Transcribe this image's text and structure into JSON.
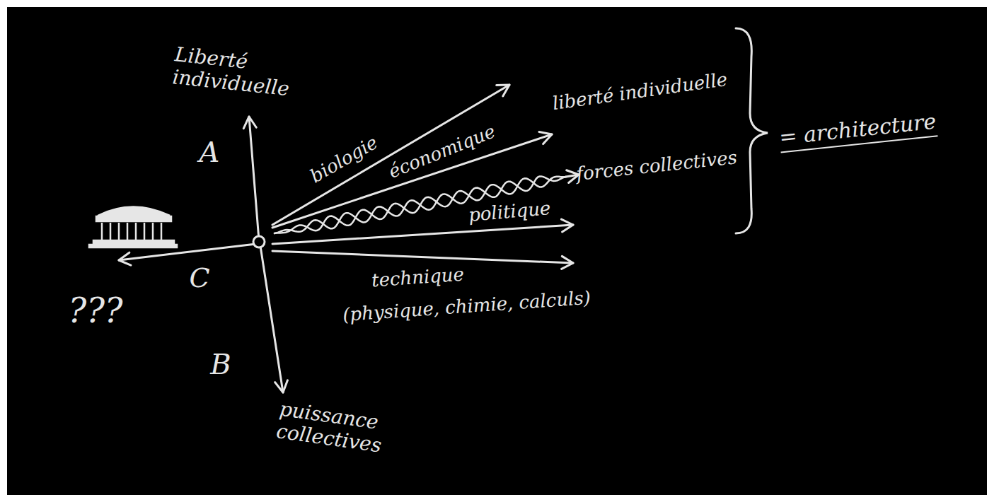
{
  "diagram": {
    "labels": [
      "Liberté individuelle",
      "A",
      "biologie",
      "économique",
      "liberté individuelle",
      "= architecture",
      "forces collectives",
      "politique",
      "C",
      "technique",
      "(physique, chimie, calculs)",
      "???",
      "B",
      "puissance collectives"
    ]
  }
}
